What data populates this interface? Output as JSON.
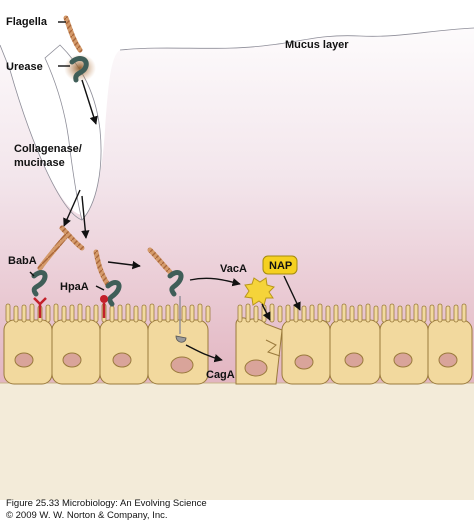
{
  "labels": {
    "flagella": "Flagella",
    "urease": "Urease",
    "mucus_layer": "Mucus layer",
    "collagenase_line1": "Collagenase/",
    "collagenase_line2": "mucinase",
    "baba": "BabA",
    "hpaa": "HpaA",
    "vaca": "VacA",
    "nap": "NAP",
    "caga": "CagA"
  },
  "caption": {
    "line1": "Figure 25.33  Microbiology: An Evolving Science",
    "line2": "© 2009 W. W. Norton & Company, Inc."
  },
  "colors": {
    "mucus_top": "#ffffff",
    "mucus_mid": "#f2e3ea",
    "mucus_bottom": "#d99aa9",
    "cell_fill": "#f2d99e",
    "cell_stroke": "#9a7a3c",
    "nucleus": "#d9a49a",
    "base": "#f3ebd9",
    "bacterium": "#3f5e58",
    "flagellum": "#d49a6a",
    "receptor": "#c3202a",
    "vaca_toxin": "#f5d43a",
    "nap_badge": "#f5d020",
    "urease_glow": "#8a5a2a"
  },
  "icons": [
    "bacterium-icon",
    "flagellum-icon",
    "toxin-icon",
    "receptor-icon"
  ]
}
